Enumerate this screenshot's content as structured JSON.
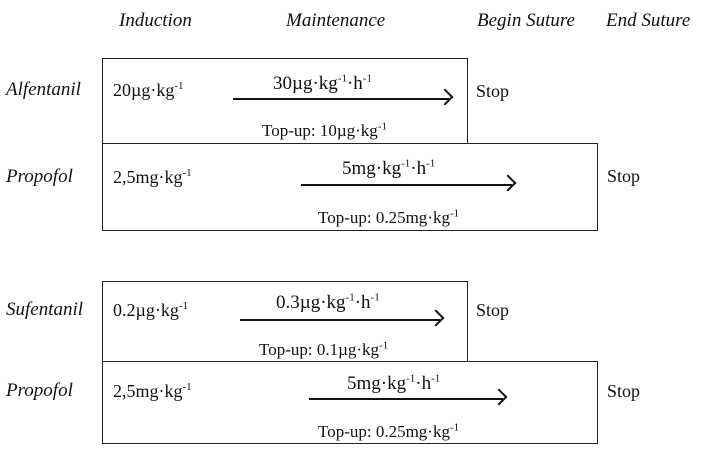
{
  "headers": {
    "induction": "Induction",
    "maintenance": "Maintenance",
    "begin_suture": "Begin Suture",
    "end_suture": "End Suture"
  },
  "regimen1": {
    "opioid": {
      "drug": "Alfentanil",
      "induction_dose": "20µg·kg",
      "induction_exp": "-1",
      "maint_base": "30",
      "maint_unit_a": "µg·kg",
      "maint_exp_a": "-1",
      "maint_unit_b": "·h",
      "maint_exp_b": "-1",
      "topup": "Top-up: 10µg·kg",
      "topup_exp": "-1",
      "stop": "Stop"
    },
    "propofol": {
      "drug": "Propofol",
      "induction_dose": "2,5mg·kg",
      "induction_exp": "-1",
      "maint_base": "5",
      "maint_unit_a": "mg·kg",
      "maint_exp_a": "-1",
      "maint_unit_b": "·h",
      "maint_exp_b": "-1",
      "topup": "Top-up: 0.25mg·kg",
      "topup_exp": "-1",
      "stop": "Stop"
    }
  },
  "regimen2": {
    "opioid": {
      "drug": "Sufentanil",
      "induction_dose": "0.2µg·kg",
      "induction_exp": "-1",
      "maint_base": "0.3",
      "maint_unit_a": "µg·kg",
      "maint_exp_a": "-1",
      "maint_unit_b": "·h",
      "maint_exp_b": "-1",
      "topup": "Top-up: 0.1µg·kg",
      "topup_exp": "-1",
      "stop": "Stop"
    },
    "propofol": {
      "drug": "Propofol",
      "induction_dose": "2,5mg·kg",
      "induction_exp": "-1",
      "maint_base": "5",
      "maint_unit_a": "mg·kg",
      "maint_exp_a": "-1",
      "maint_unit_b": "·h",
      "maint_exp_b": "-1",
      "topup": "Top-up: 0.25mg·kg",
      "topup_exp": "-1",
      "stop": "Stop"
    }
  }
}
